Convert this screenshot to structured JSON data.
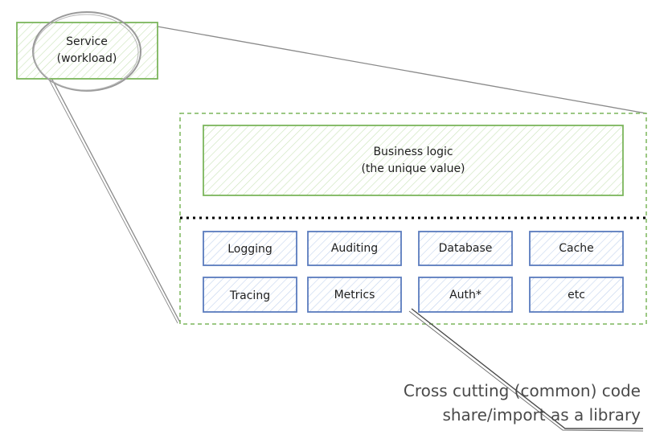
{
  "service": {
    "line1": "Service",
    "line2": "(workload)"
  },
  "business": {
    "line1": "Business logic",
    "line2": "(the unique value)"
  },
  "modules": [
    {
      "label": "Logging"
    },
    {
      "label": "Auditing"
    },
    {
      "label": "Database"
    },
    {
      "label": "Cache"
    },
    {
      "label": "Tracing"
    },
    {
      "label": "Metrics"
    },
    {
      "label": "Auth*"
    },
    {
      "label": "etc"
    }
  ],
  "annotation": {
    "line1": "Cross cutting (common) code",
    "line2": "share/import as a library"
  },
  "colors": {
    "green_stroke": "#7cb65c",
    "green_hatch": "#c9e3b8",
    "blue_stroke": "#5a7bbd",
    "blue_hatch": "#c3d3ee",
    "connector": "#8a8a8a",
    "separator": "#000000"
  }
}
